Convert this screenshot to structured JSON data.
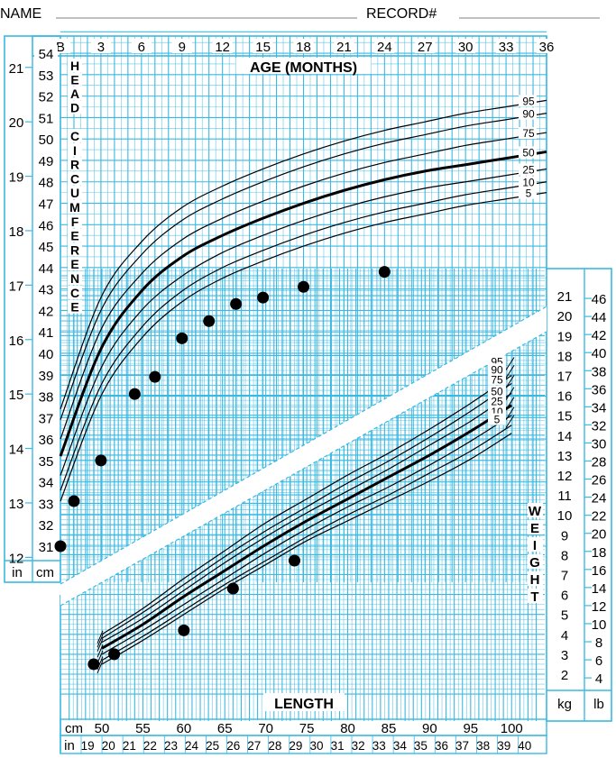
{
  "header": {
    "name_label": "NAME",
    "record_label": "RECORD#"
  },
  "chart_data": [
    {
      "type": "line",
      "title": "AGE (MONTHS)",
      "ylabel": "HEAD CIRCUMFERENCE",
      "x_ticks": [
        "B",
        "3",
        "6",
        "9",
        "12",
        "15",
        "18",
        "21",
        "24",
        "27",
        "30",
        "33",
        "36"
      ],
      "x_values": [
        0,
        3,
        6,
        9,
        12,
        15,
        18,
        21,
        24,
        27,
        30,
        33,
        36
      ],
      "xlim": [
        0,
        36
      ],
      "ylim": [
        30,
        55
      ],
      "y_units": [
        "in",
        "cm"
      ],
      "cm_ticks": [
        31,
        32,
        33,
        34,
        35,
        36,
        37,
        38,
        39,
        40,
        41,
        42,
        43,
        44,
        45,
        46,
        47,
        48,
        49,
        50,
        51,
        52,
        53,
        54
      ],
      "in_ticks": [
        12,
        13,
        14,
        15,
        16,
        17,
        18,
        19,
        20,
        21
      ],
      "percentile_x": [
        0,
        3,
        6,
        9,
        12,
        15,
        18,
        21,
        24,
        27,
        30,
        33,
        36
      ],
      "series": [
        {
          "name": "95",
          "values": [
            37.4,
            42.6,
            45.2,
            46.8,
            47.8,
            48.6,
            49.3,
            49.9,
            50.4,
            50.8,
            51.2,
            51.5,
            51.8
          ]
        },
        {
          "name": "90",
          "values": [
            36.9,
            42.0,
            44.6,
            46.2,
            47.2,
            48.0,
            48.7,
            49.3,
            49.8,
            50.2,
            50.6,
            50.9,
            51.2
          ]
        },
        {
          "name": "75",
          "values": [
            36.0,
            41.1,
            43.7,
            45.3,
            46.3,
            47.1,
            47.8,
            48.4,
            48.9,
            49.3,
            49.7,
            50.0,
            50.3
          ]
        },
        {
          "name": "50",
          "values": [
            35.2,
            40.2,
            42.9,
            44.5,
            45.5,
            46.3,
            47.0,
            47.6,
            48.1,
            48.5,
            48.8,
            49.1,
            49.4
          ]
        },
        {
          "name": "25",
          "values": [
            34.3,
            39.3,
            42.0,
            43.6,
            44.7,
            45.5,
            46.2,
            46.8,
            47.3,
            47.7,
            48.0,
            48.3,
            48.6
          ]
        },
        {
          "name": "10",
          "values": [
            33.6,
            38.5,
            41.2,
            42.9,
            44.0,
            44.8,
            45.5,
            46.1,
            46.6,
            47.0,
            47.4,
            47.7,
            48.0
          ]
        },
        {
          "name": "5",
          "values": [
            33.1,
            38.0,
            40.7,
            42.4,
            43.5,
            44.3,
            45.0,
            45.6,
            46.1,
            46.5,
            46.9,
            47.2,
            47.5
          ]
        }
      ],
      "points": [
        {
          "x": 0,
          "y": 31.0
        },
        {
          "x": 1,
          "y": 33.1
        },
        {
          "x": 3,
          "y": 35.0
        },
        {
          "x": 5.5,
          "y": 38.1
        },
        {
          "x": 7,
          "y": 38.9
        },
        {
          "x": 9,
          "y": 40.7
        },
        {
          "x": 11,
          "y": 41.5
        },
        {
          "x": 13,
          "y": 42.3
        },
        {
          "x": 15,
          "y": 42.6
        },
        {
          "x": 18,
          "y": 43.1
        },
        {
          "x": 24,
          "y": 43.8
        }
      ]
    },
    {
      "type": "line",
      "title": "LENGTH",
      "ylabel": "WEIGHT",
      "x_units": [
        "cm",
        "in"
      ],
      "cm_ticks": [
        50,
        55,
        60,
        65,
        70,
        75,
        80,
        85,
        90,
        95,
        100
      ],
      "in_ticks": [
        19,
        20,
        21,
        22,
        23,
        24,
        25,
        26,
        27,
        28,
        29,
        30,
        31,
        32,
        33,
        34,
        35,
        36,
        37,
        38,
        39,
        40
      ],
      "xlim": [
        45,
        103
      ],
      "ylim": [
        1,
        23
      ],
      "y_units": [
        "kg",
        "lb"
      ],
      "kg_ticks": [
        2,
        3,
        4,
        5,
        6,
        7,
        8,
        9,
        10,
        11,
        12,
        13,
        14,
        15,
        16,
        17,
        18,
        19,
        20,
        21
      ],
      "lb_ticks": [
        4,
        6,
        8,
        10,
        12,
        14,
        16,
        18,
        20,
        22,
        24,
        26,
        28,
        30,
        32,
        34,
        36,
        38,
        40,
        42,
        44,
        46
      ],
      "percentile_x": [
        50,
        55,
        60,
        65,
        70,
        75,
        80,
        85,
        90,
        95,
        100
      ],
      "series": [
        {
          "name": "95",
          "values": [
            4.0,
            5.3,
            6.8,
            8.2,
            9.6,
            10.8,
            12.0,
            13.1,
            14.3,
            15.6,
            17.0
          ]
        },
        {
          "name": "90",
          "values": [
            3.8,
            5.1,
            6.5,
            7.9,
            9.2,
            10.4,
            11.6,
            12.7,
            13.9,
            15.2,
            16.6
          ]
        },
        {
          "name": "75",
          "values": [
            3.6,
            4.8,
            6.2,
            7.6,
            8.9,
            10.1,
            11.2,
            12.3,
            13.5,
            14.7,
            16.1
          ]
        },
        {
          "name": "50",
          "values": [
            3.3,
            4.5,
            5.9,
            7.2,
            8.5,
            9.7,
            10.8,
            11.9,
            13.0,
            14.2,
            15.5
          ]
        },
        {
          "name": "25",
          "values": [
            3.0,
            4.2,
            5.5,
            6.8,
            8.1,
            9.3,
            10.4,
            11.4,
            12.5,
            13.7,
            15.0
          ]
        },
        {
          "name": "10",
          "values": [
            2.7,
            3.9,
            5.2,
            6.5,
            7.7,
            8.9,
            10.0,
            11.0,
            12.1,
            13.2,
            14.5
          ]
        },
        {
          "name": "5",
          "values": [
            2.5,
            3.7,
            5.0,
            6.3,
            7.5,
            8.7,
            9.7,
            10.7,
            11.7,
            12.8,
            14.1
          ]
        }
      ],
      "points": [
        {
          "x": 49.0,
          "y": 2.5
        },
        {
          "x": 51.5,
          "y": 3.0
        },
        {
          "x": 60.0,
          "y": 4.2
        },
        {
          "x": 66.0,
          "y": 6.3
        },
        {
          "x": 73.5,
          "y": 7.7
        }
      ]
    }
  ]
}
